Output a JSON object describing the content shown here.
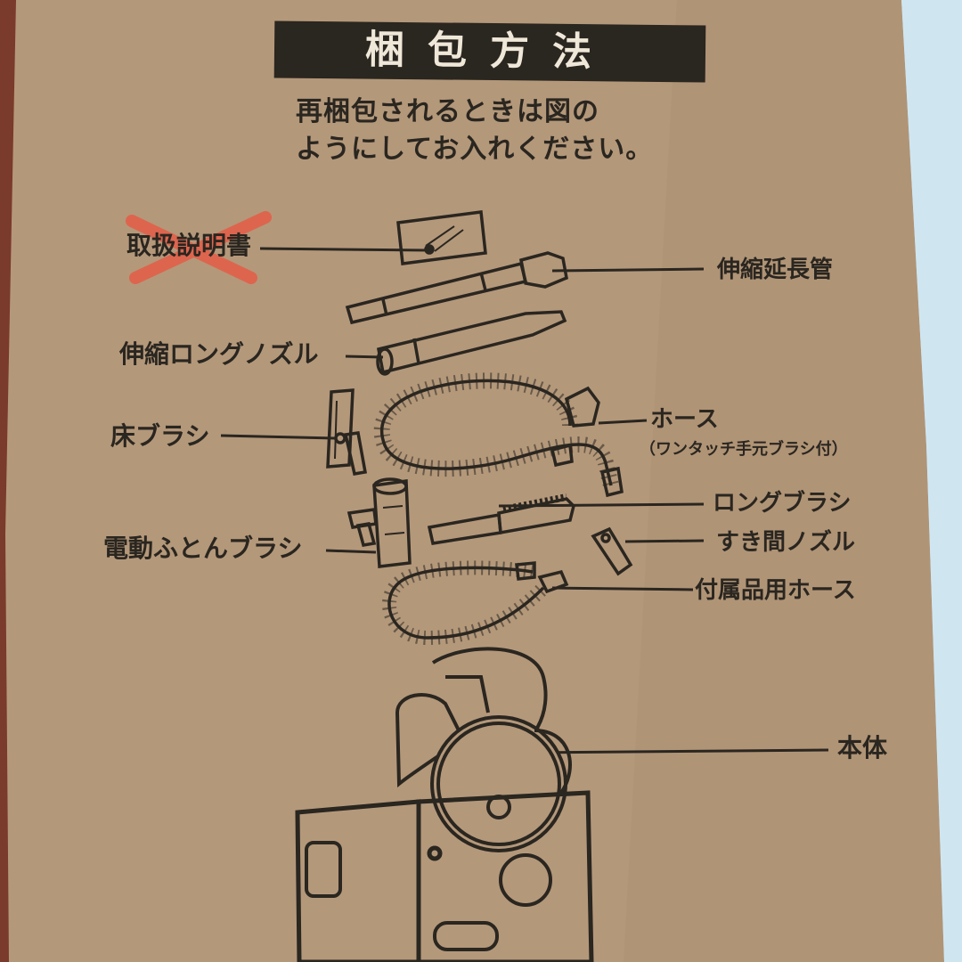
{
  "title": "梱包方法",
  "instruction_line1": "再梱包されるときは図の",
  "instruction_line2": "ようにしてお入れください。",
  "labels": {
    "manual": "取扱説明書",
    "extension_pipe": "伸縮延長管",
    "long_nozzle": "伸縮ロングノズル",
    "floor_brush": "床ブラシ",
    "hose": "ホース",
    "hose_note": "（ワンタッチ手元ブラシ付）",
    "futon_brush": "電動ふとんブラシ",
    "long_brush": "ロングブラシ",
    "gap_nozzle": "すき間ノズル",
    "accessory_hose": "付属品用ホース",
    "main_body": "本体"
  },
  "colors": {
    "cardboard": "#b4987a",
    "ink": "#2a2620",
    "cross_out": "#e2604a",
    "sky": "#bcdcec",
    "background_object": "#7a3a2c"
  },
  "icons": [
    "manual-icon",
    "extension-pipe-icon",
    "long-nozzle-icon",
    "floor-brush-icon",
    "hose-icon",
    "futon-brush-icon",
    "long-brush-icon",
    "gap-nozzle-icon",
    "accessory-hose-icon",
    "vacuum-body-icon",
    "box-icon",
    "cross-out-mark"
  ]
}
